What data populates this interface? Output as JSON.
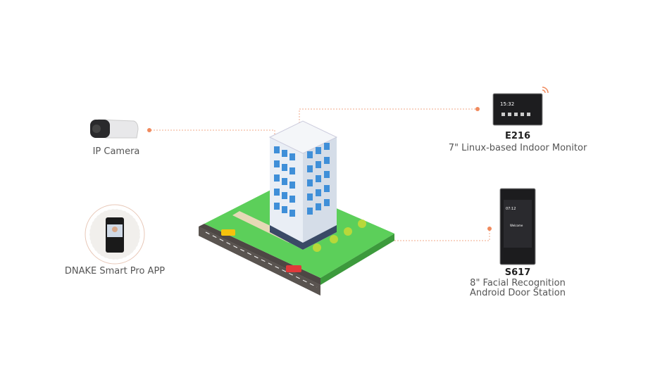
{
  "devices": {
    "camera": {
      "label": "IP Camera"
    },
    "app": {
      "label": "DNAKE Smart Pro APP"
    },
    "monitor": {
      "model": "E216",
      "description": "7\" Linux-based Indoor Monitor",
      "screen_time": "15:32"
    },
    "door_station": {
      "model": "S617",
      "description_line1": "8\" Facial Recognition",
      "description_line2": "Android Door Station",
      "screen_time": "07:12",
      "screen_greeting": "Welcome"
    }
  },
  "colors": {
    "accent": "#f08a5d",
    "grass": "#5cc85a",
    "building": "#4a90d9",
    "road": "#5a5450"
  }
}
